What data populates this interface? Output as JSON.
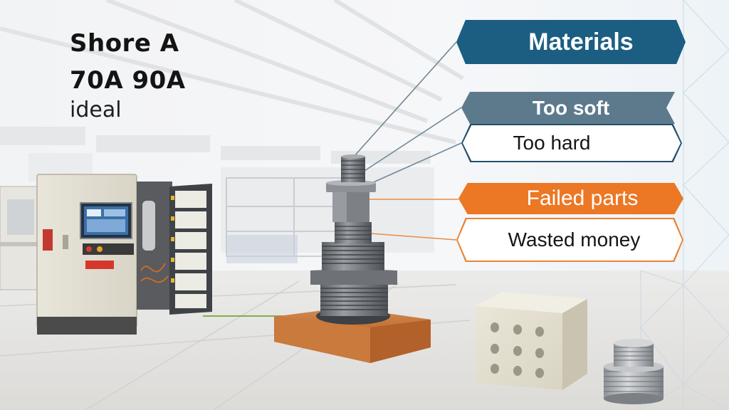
{
  "headline": {
    "title": "Shore A",
    "range": "70A  90A",
    "note": "ideal"
  },
  "tags": {
    "materials": "Materials",
    "too_soft": "Too soft",
    "too_hard": "Too hard",
    "failed_parts": "Failed parts",
    "wasted_money": "Wasted money"
  },
  "colors": {
    "navy": "#1c5e82",
    "slate": "#5d7a8d",
    "orange": "#ec7724",
    "copper_base": "#c7773f"
  }
}
